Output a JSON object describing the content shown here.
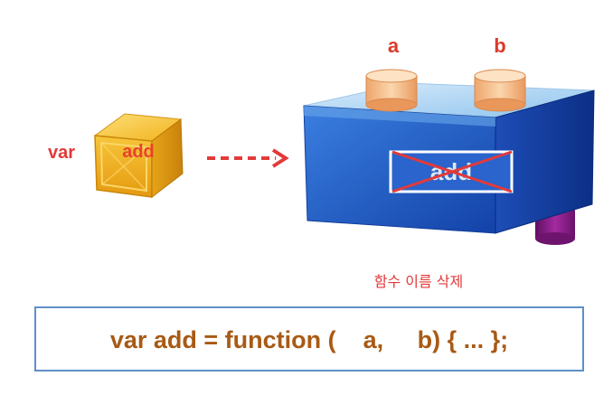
{
  "var_keyword": "var",
  "function_box_label": "add",
  "params": {
    "a": "a",
    "b": "b"
  },
  "removed_name_label": "add",
  "caption": "함수 이름 삭제",
  "code": "var add = function (    a,     b) { ... };",
  "colors": {
    "red_text": "#e23a3a",
    "code_text": "#a85a14",
    "code_border": "#5f8fc8",
    "blue_box": "#1f56c0",
    "gold_box": "#f2b21e",
    "cylinder": "#f4c08e",
    "purple_cylinder": "#8a1a86"
  },
  "icons": [
    "gold-cube-icon",
    "blue-function-box-icon",
    "parameter-cylinder-icon",
    "arrow-icon",
    "cross-out-icon"
  ]
}
